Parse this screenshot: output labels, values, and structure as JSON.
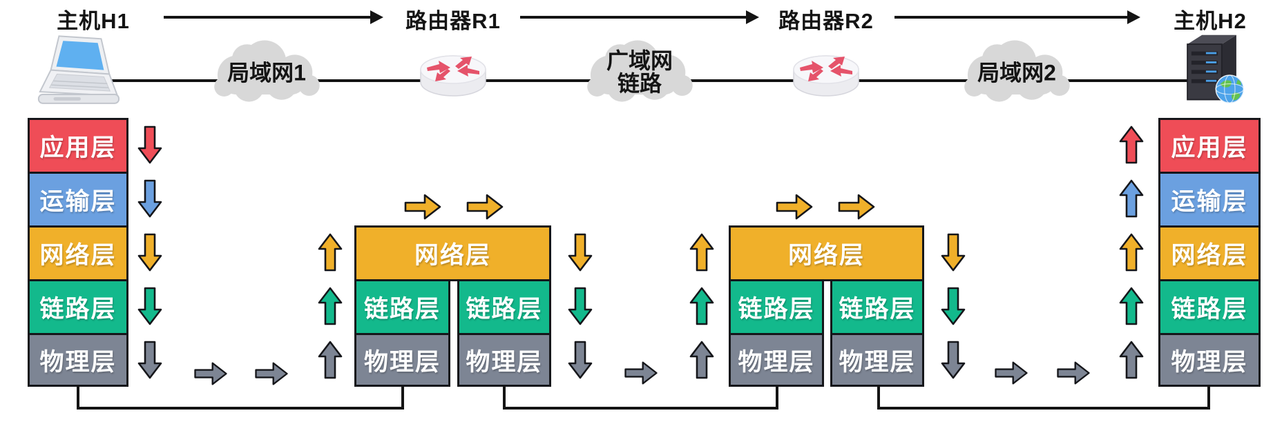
{
  "header": {
    "host1": "主机H1",
    "router1": "路由器R1",
    "router2": "路由器R2",
    "host2": "主机H2"
  },
  "clouds": {
    "lan1": "局域网1",
    "wan": {
      "line1": "广域网",
      "line2": "链路"
    },
    "lan2": "局域网2"
  },
  "layers": {
    "application": {
      "label": "应用层",
      "color": "#ef4d57"
    },
    "transport": {
      "label": "运输层",
      "color": "#6ba0e0"
    },
    "network": {
      "label": "网络层",
      "color": "#f0b02a"
    },
    "link": {
      "label": "链路层",
      "color": "#13b98c"
    },
    "physical": {
      "label": "物理层",
      "color": "#7d8594"
    }
  },
  "icons": {
    "host1": "laptop-icon",
    "router1": "router-icon",
    "router2": "router-icon",
    "host2": "server-icon",
    "lan1": "network-cloud-icon",
    "wan": "network-cloud-icon",
    "lan2": "network-cloud-icon"
  },
  "colors": {
    "background": "#ffffff",
    "line_black": "#141414",
    "cloud_fill": "#d8d8d8",
    "arrow_outline": "#15161a"
  }
}
